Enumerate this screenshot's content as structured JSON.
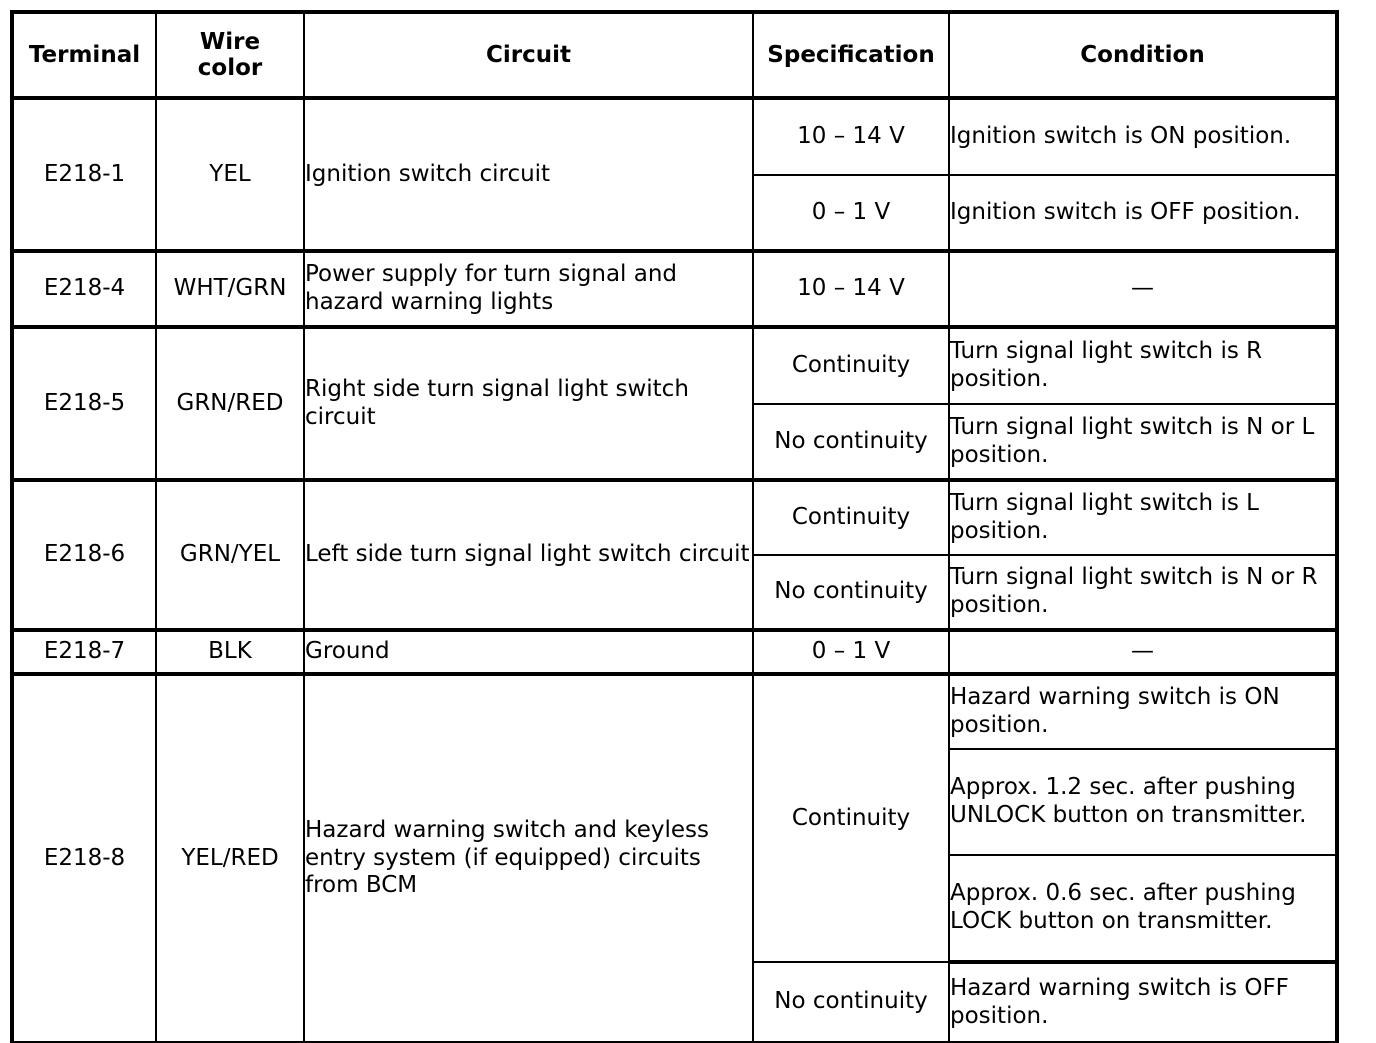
{
  "table": {
    "columns": [
      {
        "key": "terminal",
        "label": "Terminal"
      },
      {
        "key": "wire_color",
        "label": "Wire\ncolor"
      },
      {
        "key": "circuit",
        "label": "Circuit"
      },
      {
        "key": "specification",
        "label": "Specification"
      },
      {
        "key": "condition",
        "label": "Condition"
      }
    ],
    "header": {
      "terminal": "Terminal",
      "wire_color_line1": "Wire",
      "wire_color_line2": "color",
      "circuit": "Circuit",
      "specification": "Specification",
      "condition": "Condition"
    },
    "rows": [
      {
        "terminal": "E218-1",
        "wire_color": "YEL",
        "circuit": "Ignition switch circuit",
        "entries": [
          {
            "specification": "10 – 14 V",
            "condition": "Ignition switch is ON position."
          },
          {
            "specification": "0 – 1 V",
            "condition": "Ignition switch is OFF position."
          }
        ]
      },
      {
        "terminal": "E218-4",
        "wire_color": "WHT/GRN",
        "circuit": "Power supply for turn signal and hazard warning lights",
        "entries": [
          {
            "specification": "10 – 14 V",
            "condition": "—"
          }
        ]
      },
      {
        "terminal": "E218-5",
        "wire_color": "GRN/RED",
        "circuit": "Right side turn signal light switch circuit",
        "entries": [
          {
            "specification": "Continuity",
            "condition": "Turn signal light switch is R position."
          },
          {
            "specification": "No continuity",
            "condition": "Turn signal light switch is N or L position."
          }
        ]
      },
      {
        "terminal": "E218-6",
        "wire_color": "GRN/YEL",
        "circuit": "Left side turn signal light switch circuit",
        "entries": [
          {
            "specification": "Continuity",
            "condition": "Turn signal light switch is L position."
          },
          {
            "specification": "No continuity",
            "condition": "Turn signal light switch is N or R position."
          }
        ]
      },
      {
        "terminal": "E218-7",
        "wire_color": "BLK",
        "circuit": "Ground",
        "entries": [
          {
            "specification": "0 – 1 V",
            "condition": "—"
          }
        ]
      },
      {
        "terminal": "E218-8",
        "wire_color": "YEL/RED",
        "circuit": "Hazard warning switch and keyless entry system (if equipped) circuits from BCM",
        "entries": [
          {
            "specification": "Continuity",
            "condition": "Hazard warning switch is ON position."
          },
          {
            "specification": "",
            "condition": "Approx. 1.2 sec. after pushing UNLOCK button on transmitter."
          },
          {
            "specification": "",
            "condition": "Approx. 0.6 sec. after pushing LOCK button on transmitter."
          },
          {
            "specification": "No continuity",
            "condition": "Hazard warning switch is OFF position."
          }
        ]
      }
    ]
  }
}
